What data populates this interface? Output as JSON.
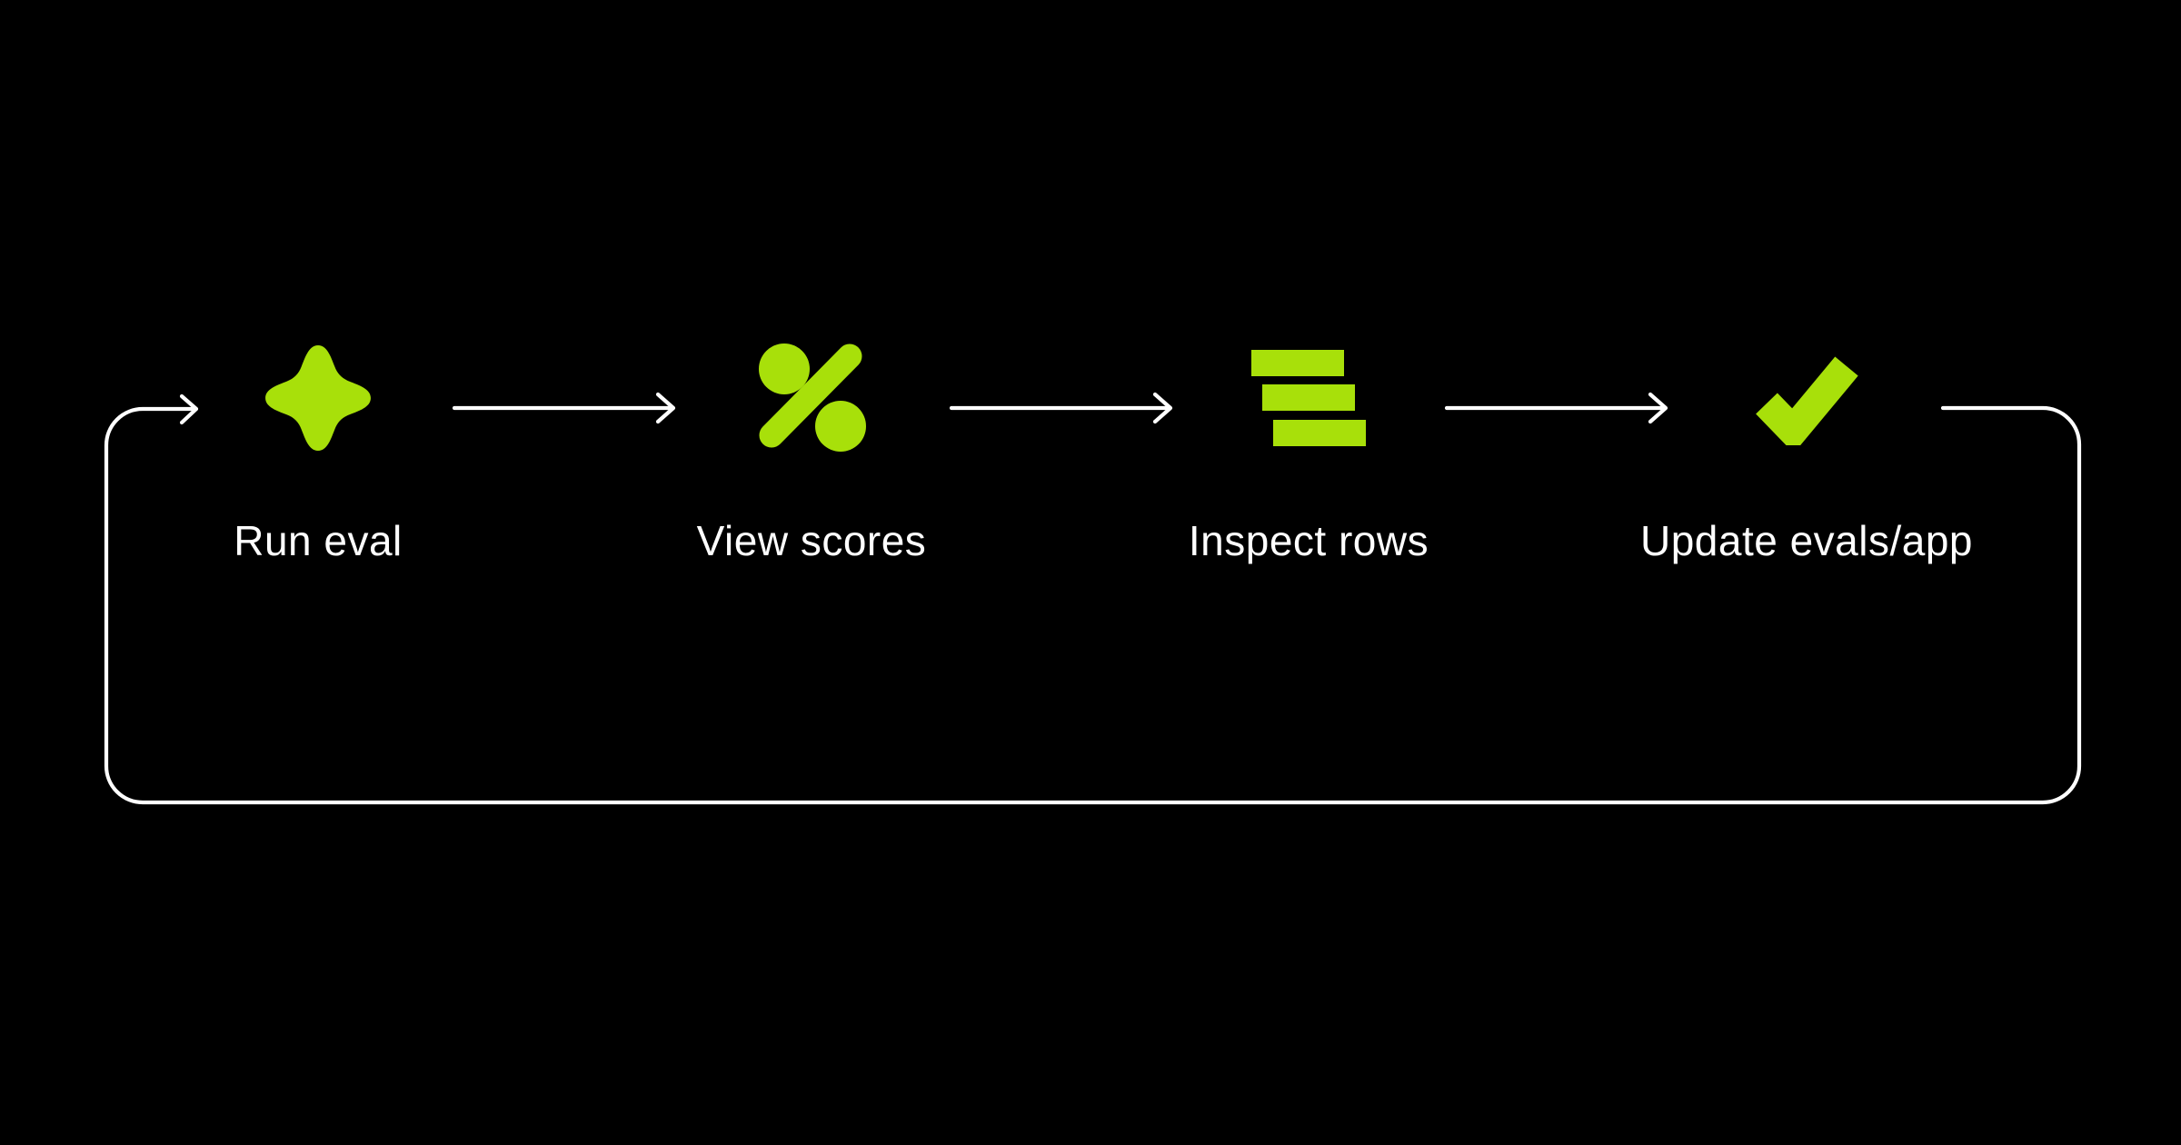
{
  "diagram": {
    "type": "cyclic-flow",
    "background_color": "#000000",
    "line_color": "#FFFFFF",
    "accent_color": "#A8E00A",
    "steps": [
      {
        "id": "run-eval",
        "label": "Run eval",
        "icon": "sparkle-icon"
      },
      {
        "id": "view-scores",
        "label": "View scores",
        "icon": "percent-icon"
      },
      {
        "id": "inspect-rows",
        "label": "Inspect rows",
        "icon": "stacked-rows-icon"
      },
      {
        "id": "update-evals-app",
        "label": "Update evals/app",
        "icon": "check-icon"
      }
    ],
    "connections": [
      {
        "from": "run-eval",
        "to": "view-scores"
      },
      {
        "from": "view-scores",
        "to": "inspect-rows"
      },
      {
        "from": "inspect-rows",
        "to": "update-evals-app"
      },
      {
        "from": "update-evals-app",
        "to": "run-eval",
        "style": "loop-back"
      }
    ]
  }
}
